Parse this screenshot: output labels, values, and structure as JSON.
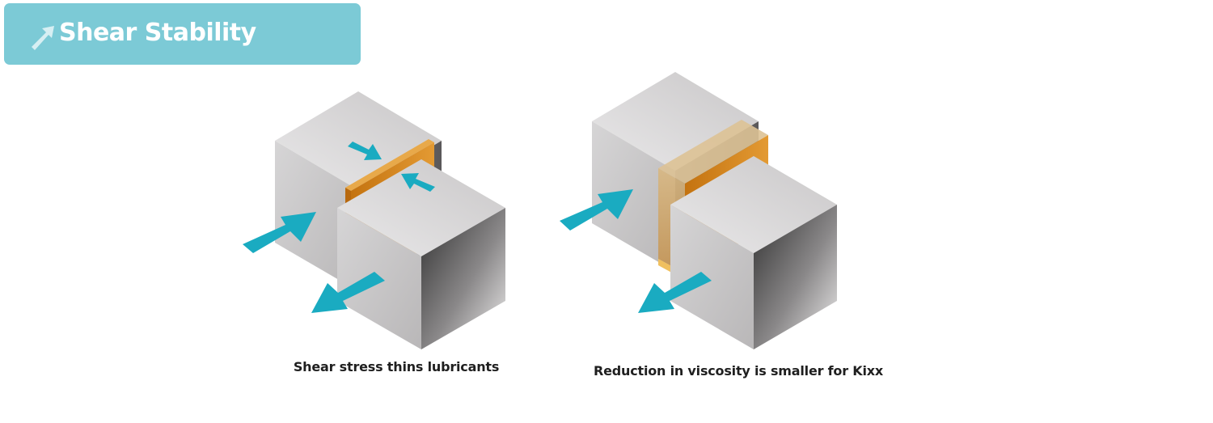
{
  "header": {
    "title": "Shear Stability",
    "icon": "arrow-up-right-icon"
  },
  "captions": {
    "left": "Shear stress thins lubricants",
    "right": "Reduction in viscosity is smaller for Kixx"
  },
  "colors": {
    "header_bg": "#7ccad6",
    "arrow": "#1aabc1",
    "lubricant": "#d98a1e",
    "lubricant_light": "#e7b561",
    "cube_top": "#dedcdd",
    "cube_front": "#cbc9ca",
    "cube_side_dark": "#3a3a3a"
  }
}
